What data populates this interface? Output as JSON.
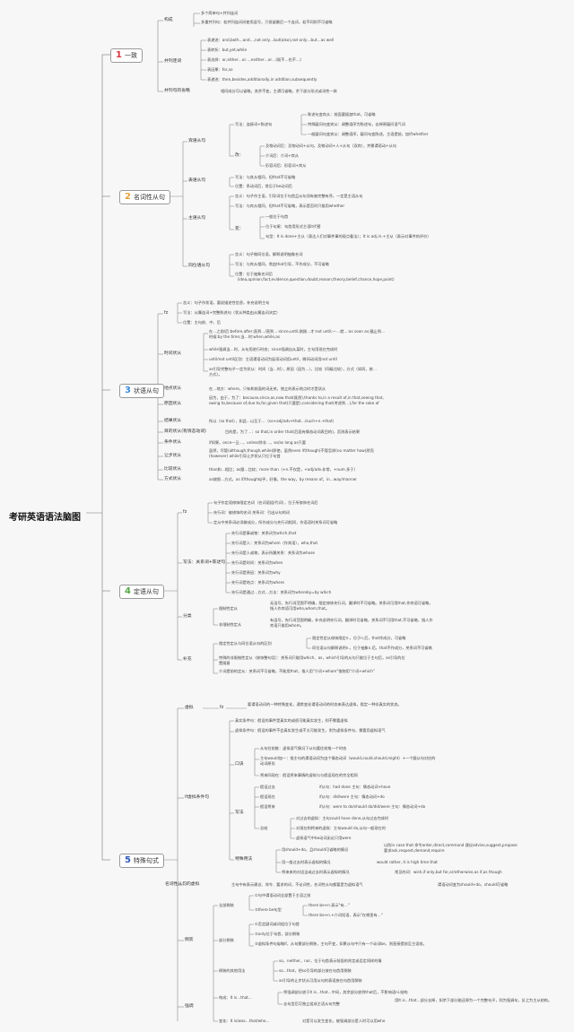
{
  "root": "考研英语语法脑图",
  "sections": [
    {
      "num": "1",
      "label": "一致",
      "color": "#d9363e"
    },
    {
      "num": "2",
      "label": "名词性从句",
      "color": "#e6a23c"
    },
    {
      "num": "3",
      "label": "状语从句",
      "color": "#3c8ddc"
    },
    {
      "num": "4",
      "label": "定语从句",
      "color": "#57a845"
    },
    {
      "num": "5",
      "label": "特殊句式",
      "color": "#2f5bb7"
    }
  ],
  "s1": {
    "gouchen": "构成",
    "g1": "多个简单句+并列连词",
    "g2": "多重并列句：若并列连词间使用逗号，只保留最后一个连词，若不同则不可省略",
    "bllc": "并列连词",
    "b1": "表递进：and,both…and…,not only…but(also),not only…but…as well",
    "b2": "表转折：but,yet,while",
    "b3": "表选择：or,either…or…,neither…or…(既不…也不…)",
    "b4": "表因果：for,so",
    "b5": "表递进：then,besides,additionally,in addition,subsequently",
    "sl": "并列句的省略",
    "sl1": "相同成分可以省略，其余不变，主谓可省略，余下部分形式或词性一致"
  },
  "s2": {
    "bins": "宾语从句",
    "xief": "写法：连接词+陈述句",
    "sheng": "陈述句变宾从：前面要插加that，可省略",
    "teshu": "特殊疑问句变宾从：调整语序为陈述句，去掉原疑问语气词",
    "yiban": "一般疑问句变宾从：调整语序，疑问句变陈述，主语提前，加if/whether",
    "gai": "改：",
    "gai1": "及物动词后：及物动词+从句，及物动词+人+从句（双宾），并需谓语动+从句",
    "gai2": "介词后：介词+宾从",
    "gai3": "形容词后：形容词+宾从",
    "biao": "表语从句",
    "biao1": "写法：与其从相同，但that不可省略",
    "biao2": "位置：系动词后，常见于be动词后",
    "zhu": "主语从句",
    "zhu1": "含义：句子作主语，引导词位于句首且从句须有被完整有序，一定是主语从句",
    "zhu2": "写法：与宾从相同，但that不可省略，表示是否时只能用whether",
    "bian": "变：",
    "bian1": "一般位于句首",
    "bian2": "位于句尾：句首用形式主语it代替",
    "bian3": "句型：It is done+主从（表达人们对事件事的观点看法）；It is adj./n.+主从（表示对事件的评价）",
    "tong": "同位语从句",
    "tong1": "含义：句子做同位语，解释说明抽象名词",
    "tong2": "写法：与宾从相同，常由that引导，不作成分，不可省略",
    "tong3": "位置：位于抽象名词后（idea,opinion,fact,evidence,question,doubt,reason,theory,belief,chance,hope,point）"
  },
  "s3": {
    "fz": "fz",
    "f1": "含义：句子作状语，要说描述性信息，补充说明主句",
    "f2": "写法：从属连词+完整陈述句（状从种类由从属连词决定）",
    "f3": "位置：主句前、中、后",
    "shij": "时间状从",
    "sj1": "在…之前/后:before,after;直到…/直到…:since,until;刚刚…才:not until;一…就…:as soon as;截止到…时候:by the time;当…时:when,while,as",
    "sj2": "while强调当…时，从句用进行时态；since强调自从某时，主句用现在完成时",
    "sj3": "until/not until区别：主语谓语动词为延续动词用until，瞬间动词用not until",
    "sj4": "as引导完整句子一定为状从：时间（当…时），原因（因为…），比较（同级比较），方式（如同，按…方式）。",
    "didian": "地点状从",
    "dd1": "在…地方：where，只有和前面的词无关，独立的表示地点时才是状从",
    "yuanyin": "原因状从",
    "yy1": "因为，由于，为了：because,since,as,now that(既然),thanks to,in a result of,in that,seeing that, owing to,because of,due to,for,given that(只要是),considering that(考虑到…),for the sake of",
    "jieguo": "结果状从",
    "jg1": "所以（so that），如此…以至于…（so+adj/adv+that…/such+n.+that）",
    "mudi": "目的状从(有情态动词)",
    "md1": "目的是，为了…：so that,in order that(后面有情态动词表目的)，否则表示结果",
    "tiaojian": "条件状从",
    "tj1": "if如果，once一旦…，unless除非…，so/as long as只要",
    "rangbu": "让步状从",
    "rb1": "虽然，尽管(although,though,while)即使，虽然even if(though)不管怎样(no matter how)然而(however) while引导让步状从只位于句首",
    "bijiao": "比较状从",
    "bj1": "than和…相比；as跟…比较；more than（+n.不仅是，+adj/adv.非常，+num.多于）",
    "fangshi": "方式状从",
    "fs1": "as按照…方式，as if/though似乎，好像，the way，by means of，in…way/manner"
  },
  "s4": {
    "fz": "fz",
    "d1": "句子作定语修饰限定名词（名词语组/代词），位于所修饰名词后",
    "d2": "先行词：被修饰的名词 关系词：引出从句的词",
    "d3": "定从中关系词必须做成分，所作成分与先行词相同，作语语时关系词可省略",
    "xief": "写法：关系词+陈述句",
    "x1": "先行词是事或物：关系词为which,that",
    "x2": "先行词是人：关系词为whom（作宾语），who,that",
    "x3": "先行词是人或物，表示所属关系：关系词为whose",
    "x4": "先行词是时间：关系词为when",
    "x5": "先行词是原因：关系词为why",
    "x6": "先行词是地点：关系词为where",
    "x7": "先行词是通过…方式…方法：关系词为whereby=by which",
    "fenlei": "分类",
    "fl1h": "限制性定从",
    "fl1": "无逗号，先行词范围不明确，限定修饰先行词，翻译时不可省略。关系词可用that,作宾语可省略，指人作宾语可用who,whom,that。",
    "fl2h": "非限制性定从",
    "fl2": "有逗号，先行词范围明确，补充说明先行词，翻译时可省略，关系词不可用that,不可省略，指人作宾语只能用whom。",
    "buchong": "补充",
    "bc1h": "限定性定从与同位语从句的区别",
    "bc1a": "限定性定从修饰限定n.，位于n.后，that作成分，可省略",
    "bc1b": "同位语从句解释说明n.，位于抽象n.后，that不作成分，关系词不可省略",
    "bc2": "特殊的非限制性定从（修饰整句话）：关系词只能用which、as，which引导的从句只能位于主句后，as引导的位置随意",
    "bc3": "介词提前的定从：关系词不可省略，不能用that，指人用\"介词+whom\"指物用\"介词+which\""
  },
  "s5": {
    "xuni": "虚拟",
    "fz": "fz",
    "xn1": "要谓语动词的一种特殊变化，通常变化谓语动词的时态来表达虚拟，假定一种非真实的状态。",
    "ifxuni": "if虚拟条件句",
    "z1": "真实条件句：假设的事件是真实的或很可能真实发生，则不需要虚拟",
    "z2": "虚拟条件句：假设的事件不会真实发生或不太可能发生，则为虚拟条件句，需要用虚拟语气",
    "koujue": "口诀",
    "kj1": "从句往前推：虚拟语气情况下从句要往前推一个时态",
    "kj2": "主句would加一：指主句的谓语动词为由个情态动词（would,could,should,might）+一个跟从句对应的动词原形",
    "kj3": "将来同现在：假设将来事情的虚拟与与假设现在的完全相同",
    "xiefa": "写法",
    "xf1": "假设过去",
    "xf1b": "if从句：had done 主句：情态动词+have",
    "xf2": "假设现在",
    "xf2b": "if从句：did/were 主句：情态动词+do",
    "xf3": "假设将来",
    "xf3b": "if从句：were to do/should do/did/were 主句：情态动词+do",
    "zongjie": "总结",
    "zj1": "对过去的虚拟：主句could have done,从句过去完成时",
    "zj2": "对现在和将来的虚拟：主句would do,从句一般现在时",
    "zj3": "虚拟语气中be动词无论只用were",
    "teshu": "特殊用法",
    "ts1": "用should+do，且should可省略的情况",
    "ts1b": "以防in case that 命令order,direct,command 建议advise,suggest,propose 要求ask,request,demand,require",
    "ts2": "用一般过去时表示虚拟的情况",
    "ts2b": "would rather, it is high time that",
    "ts3": "将来来的对适当或过去时表示虚拟的情况",
    "ts3b": "常见的词：wish,if only,but for,or/otherwise,as if,as though",
    "mingci": "名词性从句的虚拟",
    "mc1": "主句中有表示建议、命令、要求的词，不论词性，名词性从句都要是为虚拟语气",
    "mc1b": "谓语动词变为should+do，should可省略",
    "daozhuang": "倒装",
    "quanbu": "全部倒装",
    "qb1": "①句中谓语动词全部置于主语之前",
    "there": "②there be句型",
    "th1": "there be+n.表示\"有…\"",
    "th2": "there be+n.+介词短语，表示\"在哪里有…\"",
    "bufen": "部分倒装",
    "bf1": "①否定副词或词组位于句首",
    "bf2": "②only位于句首，部分倒装",
    "bf3": "③虚拟条件句省略if，从句需部分倒装，主句不变，如果从句中只有一个动词be，则直接提前至主语前。",
    "qita": "倒装的其他用法",
    "qt1": "so，neither，nor，位于句首表示前面的肯定或否定同样的情",
    "qt2": "so…that，把so引导的部分放在句首用倒装",
    "qt3": "as引导的让步状从可用从句的表语放在句首用倒装",
    "qiangdiao": "强调",
    "gc": "构成：It is…that…",
    "gc1": "将强调部分放于It is…that…中间，其余部分放到that后，不影响语ni.结构",
    "gc2": "去句型后可独立组成主语从句完整",
    "gc2b": "用It is…that…部分去掉，如余下部分能还原为一个完整句子，则为强调句，反之为主从结构。",
    "bx": "变化：It is/was…that/who…",
    "bx1": "对是可以发生变化，被强调部分是人时可以用who"
  }
}
